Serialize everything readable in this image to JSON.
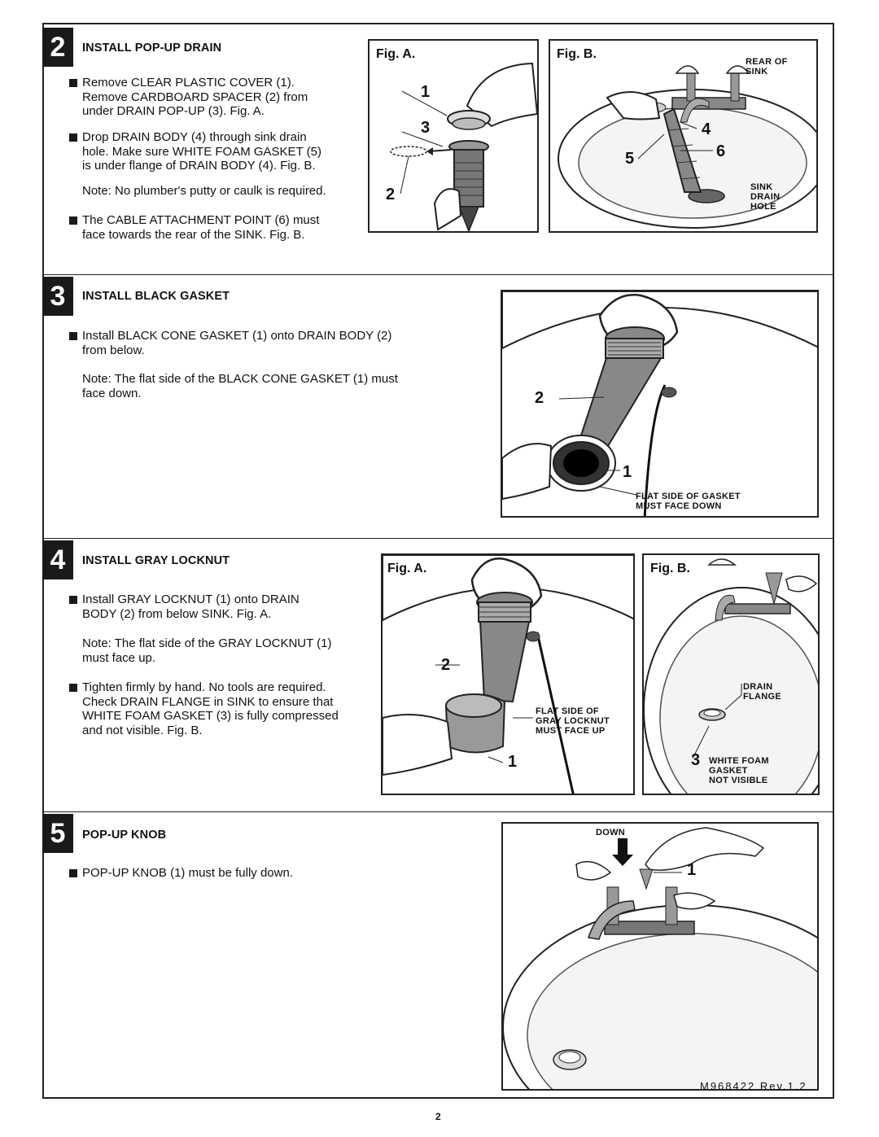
{
  "steps": {
    "s2": {
      "num": "2",
      "title": "INSTALL POP-UP DRAIN",
      "b1": [
        "Remove CLEAR PLASTIC COVER (1).",
        "Remove CARDBOARD SPACER (2) from",
        "under DRAIN POP-UP (3). Fig. A."
      ],
      "b2": [
        "Drop DRAIN BODY (4) through sink drain",
        "hole. Make sure WHITE FOAM GASKET (5)",
        "is under flange of DRAIN BODY (4). Fig. B."
      ],
      "note": "Note: No plumber's putty or caulk is required.",
      "b3": [
        "The CABLE ATTACHMENT POINT (6) must",
        "face towards the rear of the SINK. Fig. B."
      ],
      "figA": {
        "label": "Fig. A.",
        "callouts": [
          "1",
          "3",
          "2"
        ]
      },
      "figB": {
        "label": "Fig. B.",
        "callouts": [
          "4",
          "6",
          "5"
        ],
        "caption_rear": [
          "REAR OF",
          "SINK"
        ],
        "caption_hole": [
          "SINK",
          "DRAIN",
          "HOLE"
        ]
      }
    },
    "s3": {
      "num": "3",
      "title": "INSTALL BLACK GASKET",
      "b1": [
        "Install BLACK CONE GASKET (1) onto DRAIN BODY (2)",
        "from below."
      ],
      "note": [
        "Note: The flat side of the BLACK CONE GASKET (1) must",
        "face down."
      ],
      "fig": {
        "callouts": [
          "2",
          "1"
        ],
        "caption": [
          "FLAT SIDE OF GASKET",
          "MUST FACE DOWN"
        ]
      }
    },
    "s4": {
      "num": "4",
      "title": "INSTALL GRAY LOCKNUT",
      "b1": [
        "Install GRAY LOCKNUT (1) onto DRAIN",
        "BODY (2) from below SINK. Fig. A."
      ],
      "note": [
        "Note: The flat side of the GRAY LOCKNUT (1)",
        "must face up."
      ],
      "b2": [
        "Tighten firmly by hand. No tools are required.",
        "Check DRAIN FLANGE in SINK to ensure that",
        "WHITE FOAM GASKET (3) is fully compressed",
        "and not visible. Fig. B."
      ],
      "figA": {
        "label": "Fig. A.",
        "callouts": [
          "2",
          "1"
        ],
        "caption": [
          "FLAT SIDE OF",
          "GRAY LOCKNUT",
          "MUST FACE UP"
        ]
      },
      "figB": {
        "label": "Fig. B.",
        "callouts": [
          "3"
        ],
        "caption_flange": [
          "DRAIN",
          "FLANGE"
        ],
        "caption_gasket": [
          "WHITE FOAM",
          "GASKET",
          "NOT VISIBLE"
        ]
      }
    },
    "s5": {
      "num": "5",
      "title": "POP-UP KNOB",
      "b1": "POP-UP KNOB (1) must be fully down.",
      "fig": {
        "callouts": [
          "1"
        ],
        "caption": "DOWN"
      }
    }
  },
  "footer": {
    "docref": "M968422 Rev.1.2",
    "page": "2"
  }
}
